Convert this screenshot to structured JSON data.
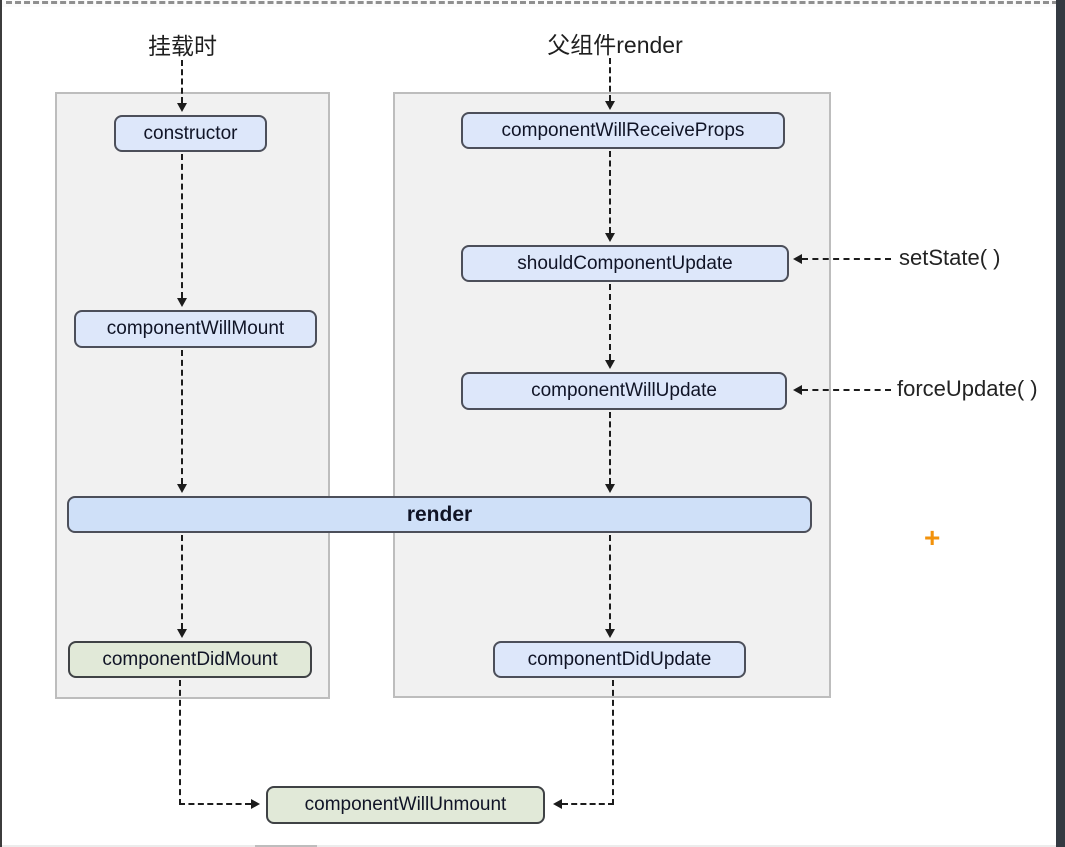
{
  "headers": {
    "mount": "挂载时",
    "parent_render": "父组件render"
  },
  "nodes": {
    "constructor": "constructor",
    "component_will_mount": "componentWillMount",
    "component_did_mount": "componentDidMount",
    "component_will_receive_props": "componentWillReceiveProps",
    "should_component_update": "shouldComponentUpdate",
    "component_will_update": "componentWillUpdate",
    "component_did_update": "componentDidUpdate",
    "render": "render",
    "component_will_unmount": "componentWillUnmount"
  },
  "annotations": {
    "set_state": "setState( )",
    "force_update": "forceUpdate( )",
    "plus_marker": "+"
  },
  "colors": {
    "blue_box": "#dde7fa",
    "render_bar": "#cfe0f8",
    "green_box": "#e1e9d8",
    "panel_bg": "#f1f1f1",
    "box_border": "#4c4f5a",
    "arrow": "#1c1c1c",
    "accent_orange": "#f2920c",
    "right_band": "#343a42"
  }
}
